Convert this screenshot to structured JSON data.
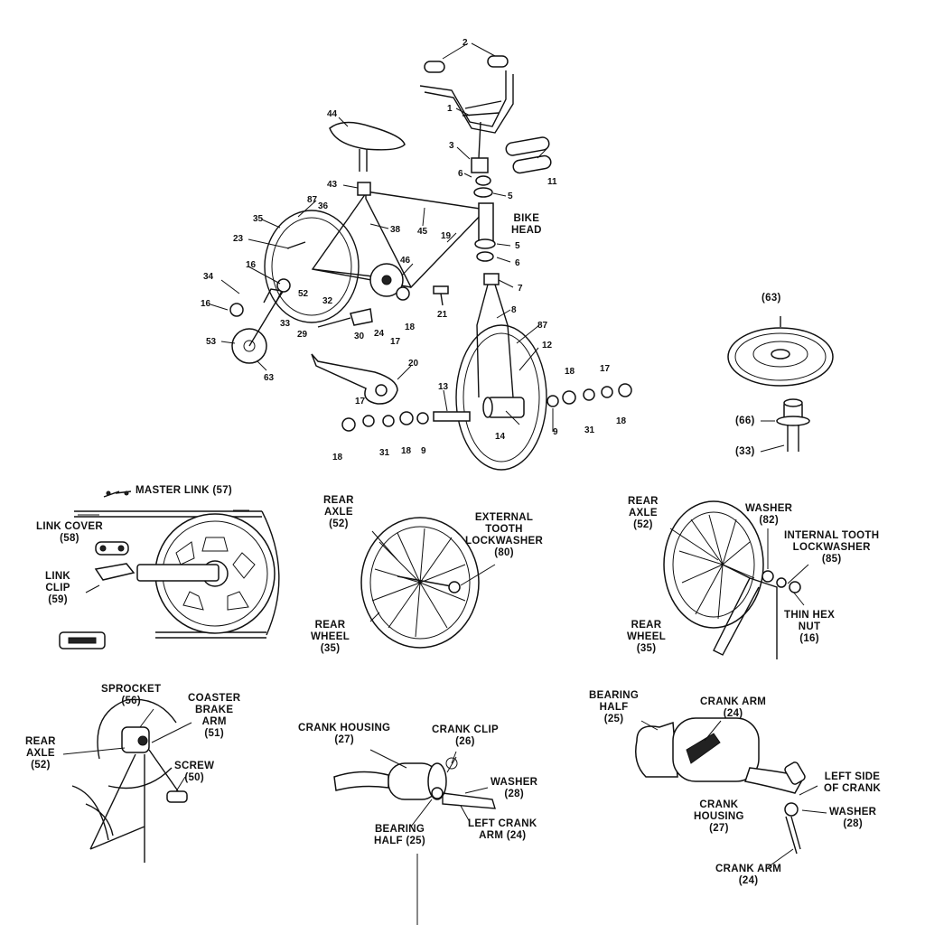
{
  "callouts": {
    "c1": "1",
    "c2": "2",
    "c3": "3",
    "c5a": "5",
    "c5b": "5",
    "c6a": "6",
    "c6b": "6",
    "c7": "7",
    "c8": "8",
    "c9a": "9",
    "c9b": "9",
    "c11": "11",
    "c12": "12",
    "c13": "13",
    "c14": "14",
    "c16a": "16",
    "c16b": "16",
    "c17a": "17",
    "c17b": "17",
    "c17c": "17",
    "c18a": "18",
    "c18b": "18",
    "c18c": "18",
    "c18d": "18",
    "c18e": "18",
    "c19": "19",
    "c20": "20",
    "c21": "21",
    "c23": "23",
    "c24": "24",
    "c29": "29",
    "c30": "30",
    "c31a": "31",
    "c31b": "31",
    "c32": "32",
    "c33": "33",
    "c34": "34",
    "c35": "35",
    "c36": "36",
    "c38": "38",
    "c43": "43",
    "c44": "44",
    "c45": "45",
    "c46": "46",
    "c52": "52",
    "c53": "53",
    "c63": "63",
    "c87a": "87",
    "c87b": "87",
    "bike_head": "BIKE\nHEAD"
  },
  "inset_training_wheel": {
    "wheel": "(63)",
    "bracket": "(66)",
    "stay": "(33)"
  },
  "inset_chain": {
    "master_link": "MASTER LINK (57)",
    "link_cover": "LINK COVER\n(58)",
    "link_clip": "LINK\nCLIP\n(59)"
  },
  "inset_rear_wheel_a": {
    "rear_axle": "REAR\nAXLE\n(52)",
    "lockwasher": "EXTERNAL\nTOOTH\nLOCKWASHER\n(80)",
    "rear_wheel": "REAR\nWHEEL\n(35)"
  },
  "inset_rear_wheel_b": {
    "rear_axle": "REAR\nAXLE\n(52)",
    "washer": "WASHER\n(82)",
    "lockwasher": "INTERNAL TOOTH\nLOCKWASHER\n(85)",
    "nut": "THIN HEX\nNUT\n(16)",
    "rear_wheel": "REAR\nWHEEL\n(35)"
  },
  "inset_coaster": {
    "sprocket": "SPROCKET\n(56)",
    "brake_arm": "COASTER\nBRAKE\nARM\n(51)",
    "rear_axle": "REAR\nAXLE\n(52)",
    "screw": "SCREW\n(50)"
  },
  "inset_crank_a": {
    "crank_housing": "CRANK HOUSING\n(27)",
    "crank_clip": "CRANK CLIP\n(26)",
    "washer": "WASHER\n(28)",
    "bearing_half": "BEARING\nHALF (25)",
    "left_crank_arm": "LEFT CRANK\nARM (24)"
  },
  "inset_crank_b": {
    "bearing_half": "BEARING\nHALF\n(25)",
    "crank_arm_top": "CRANK ARM\n(24)",
    "crank_housing": "CRANK\nHOUSING\n(27)",
    "left_side": "LEFT SIDE\nOF CRANK",
    "washer": "WASHER\n(28)",
    "crank_arm_bottom": "CRANK ARM\n(24)"
  }
}
